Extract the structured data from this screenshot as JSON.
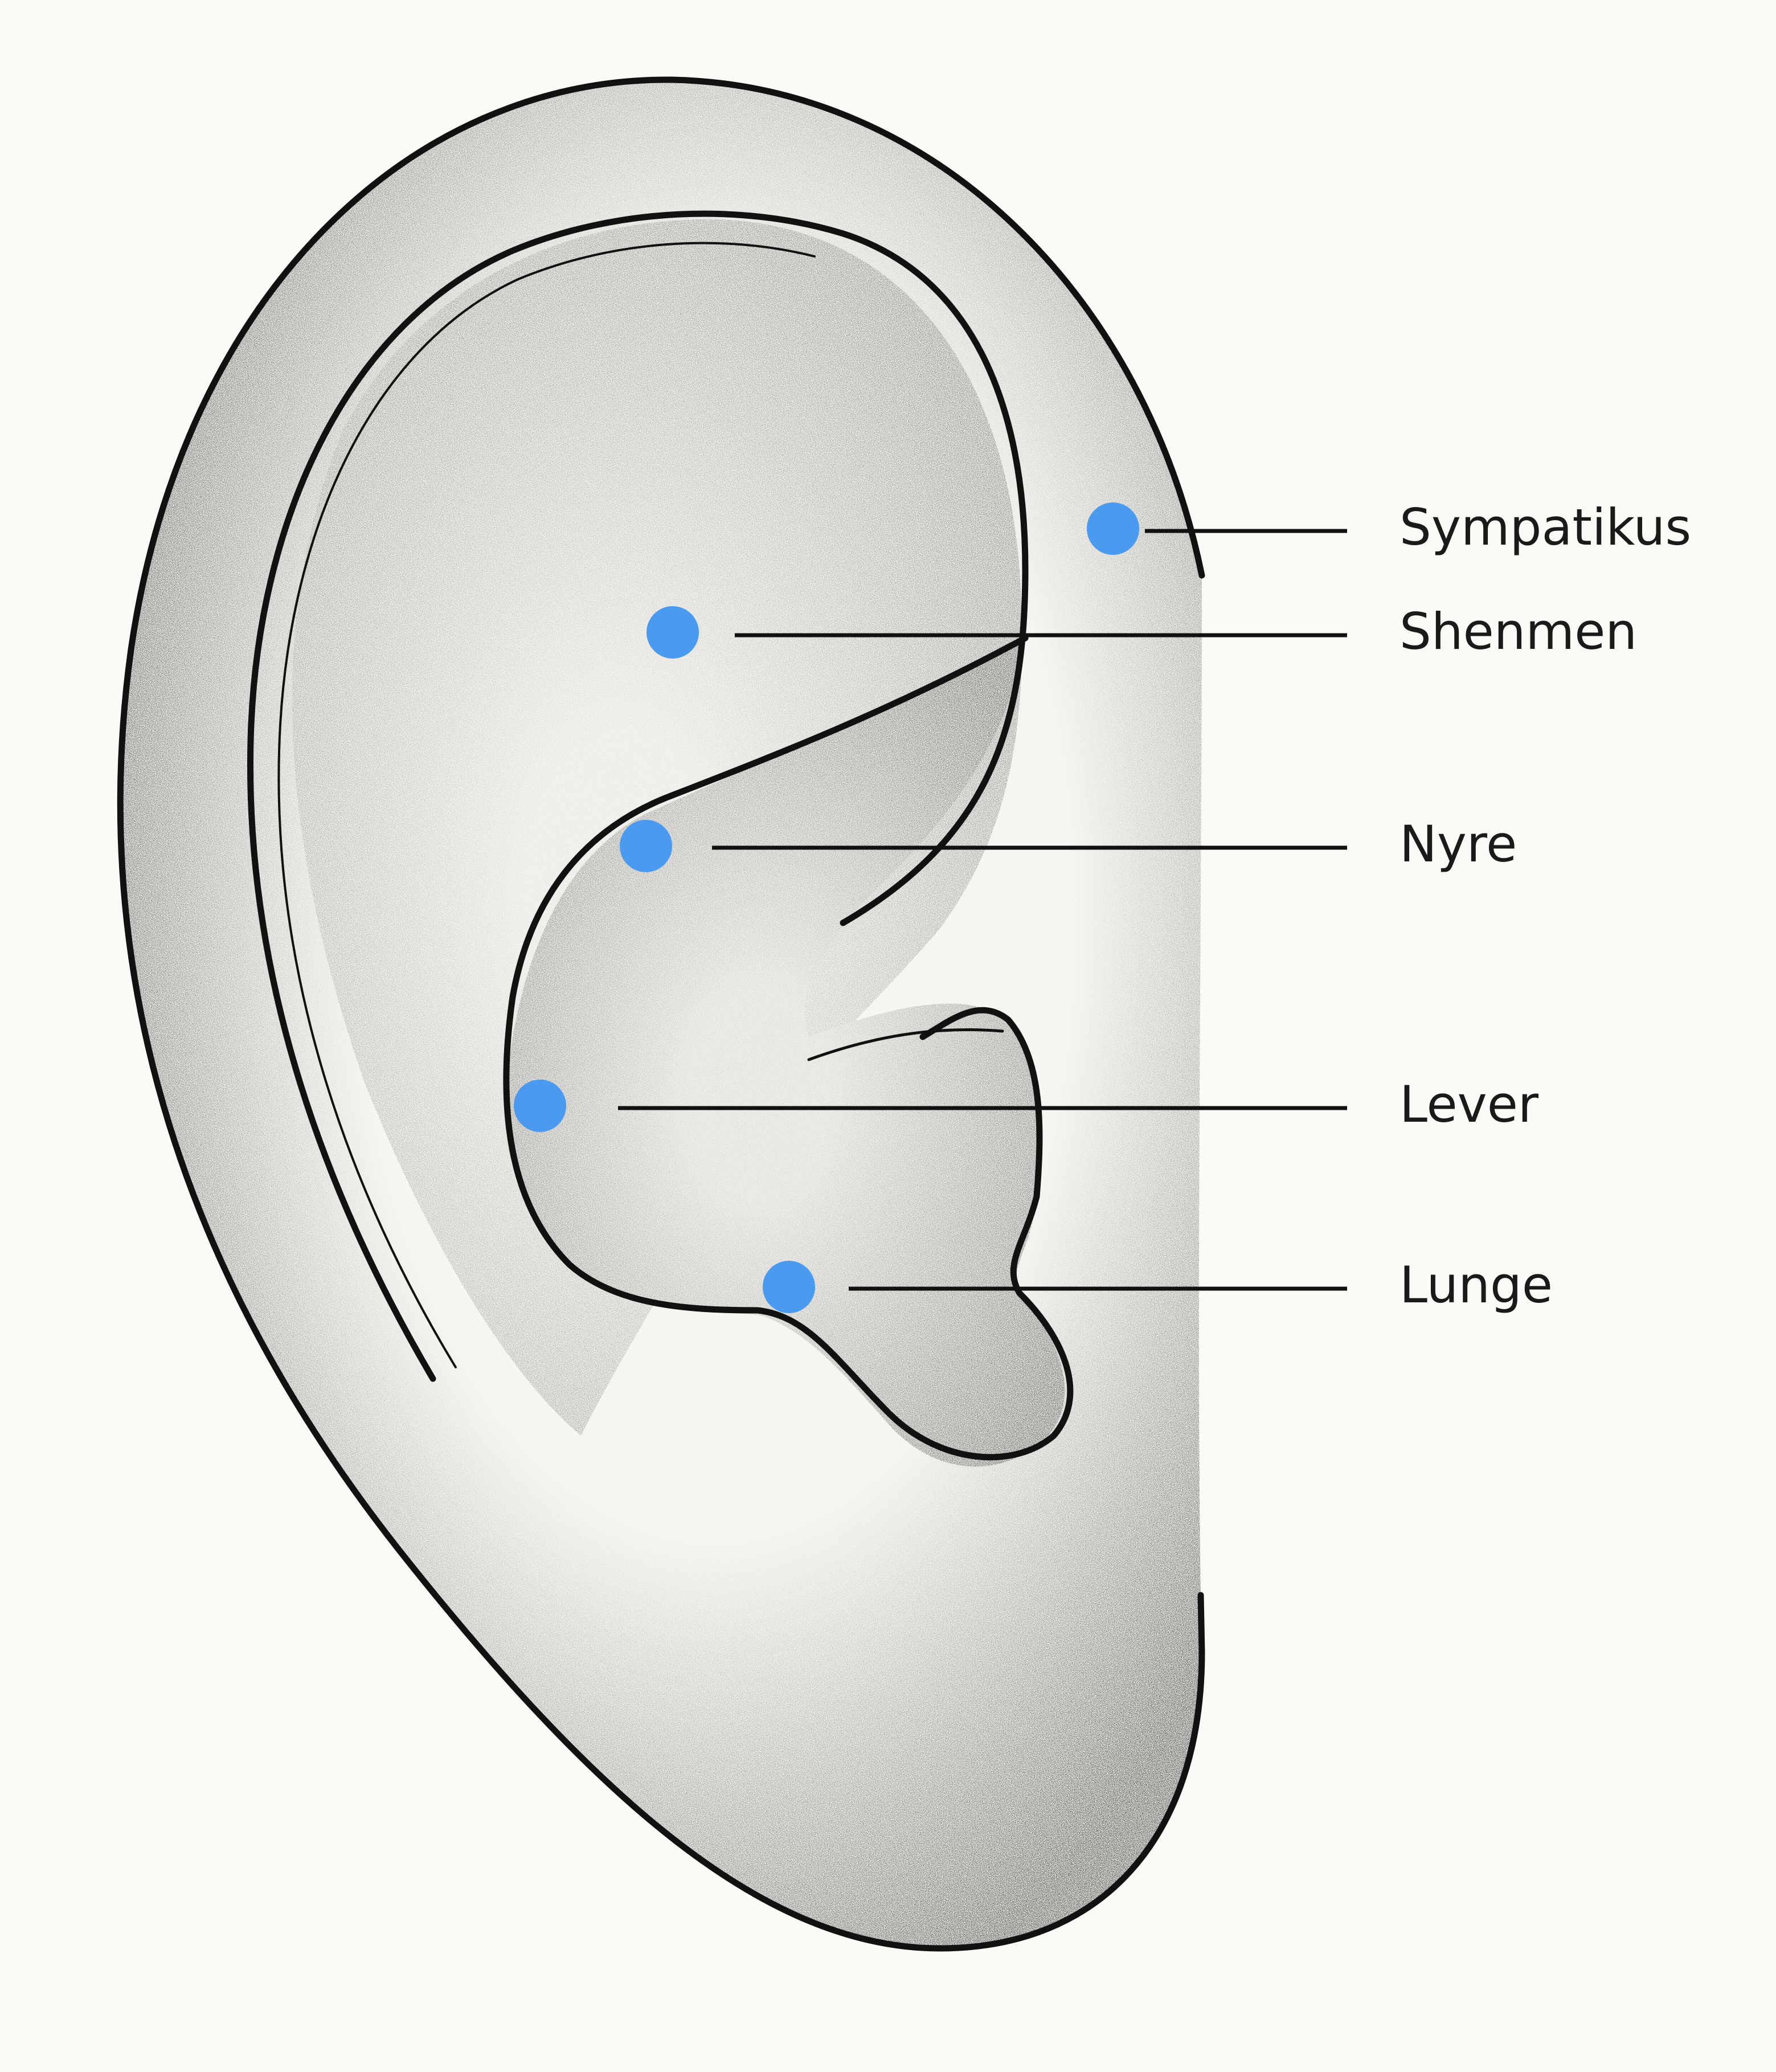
{
  "colors": {
    "background": "#fbfaf6",
    "point": "#4a9af0",
    "ink": "#111111",
    "label": "#1a1a1a"
  },
  "points": [
    {
      "id": "sympatikus",
      "label": "Sympatikus"
    },
    {
      "id": "shenmen",
      "label": "Shenmen"
    },
    {
      "id": "nyre",
      "label": "Nyre"
    },
    {
      "id": "lever",
      "label": "Lever"
    },
    {
      "id": "lunge",
      "label": "Lunge"
    }
  ]
}
